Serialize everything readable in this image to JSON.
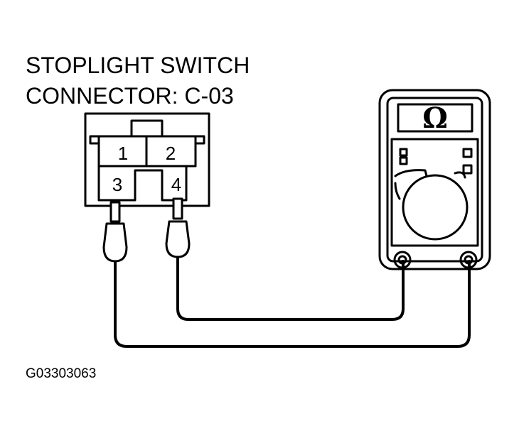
{
  "title": {
    "line1": "STOPLIGHT SWITCH",
    "line2": "CONNECTOR: C-03"
  },
  "connector": {
    "pins": [
      "1",
      "2",
      "3",
      "4"
    ]
  },
  "meter": {
    "display_symbol": "Ω"
  },
  "figure_code": "G03303063"
}
